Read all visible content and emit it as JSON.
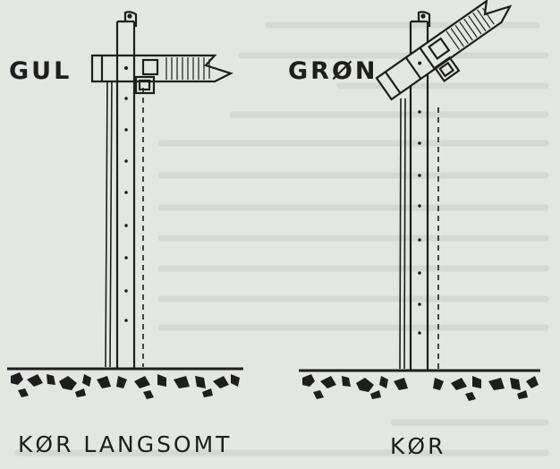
{
  "left_signal": {
    "aspect_label": "GUL",
    "caption": "KØR LANGSOMT"
  },
  "right_signal": {
    "aspect_label": "GRØN",
    "caption": "KØR"
  },
  "colors": {
    "background": "#e4e6e2",
    "ink": "#1e1e1e",
    "faint_text": "#d0d2ce"
  }
}
